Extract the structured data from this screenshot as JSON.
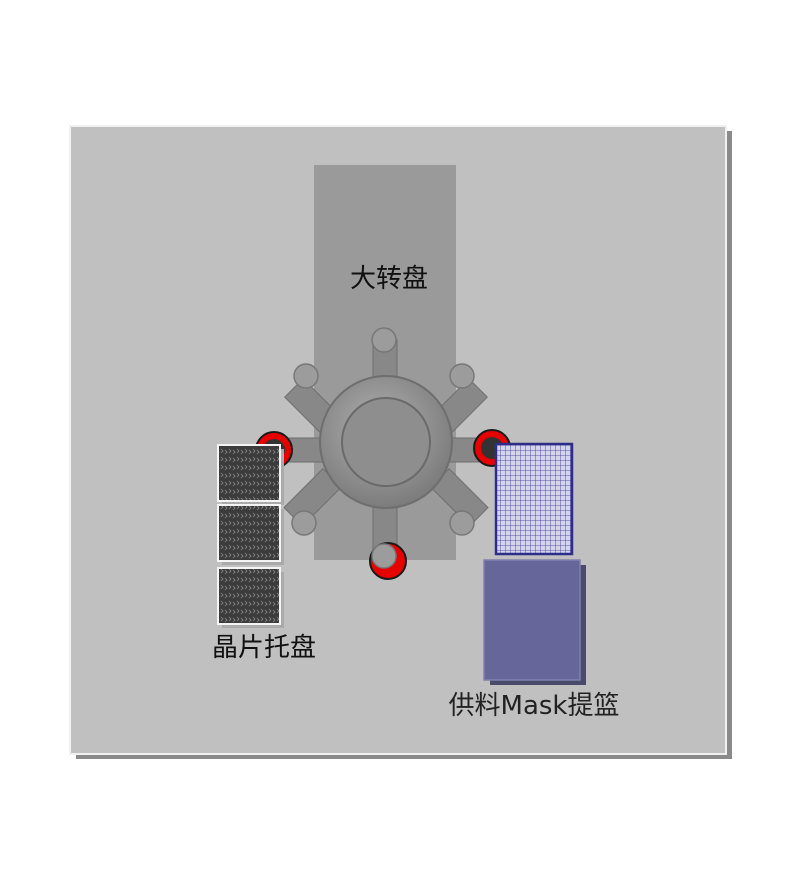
{
  "labels": {
    "turntable": "大转盘",
    "wafer_tray": "晶片托盘",
    "mask_basket": "供料Mask提篮"
  },
  "colors": {
    "panel": "#c0c0c0",
    "column": "#9a9a9a",
    "hub": "#8c8c8c",
    "arm": "#878787",
    "marker_ring": "#e60000",
    "marker_core": "#333333",
    "tray_dark": "#3a3a3a",
    "basket_outline": "#2e2e8a",
    "basket_block": "#66669a"
  }
}
